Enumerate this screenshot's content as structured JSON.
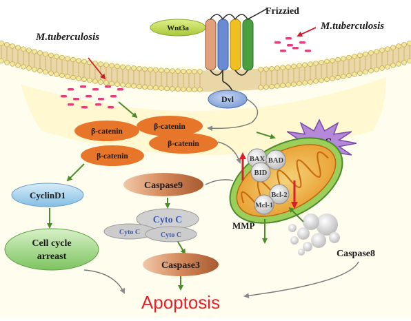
{
  "labels": {
    "wnt3a": "Wnt3a",
    "frizzled": "Frizzied",
    "mtb_left": "M.tuberculosis",
    "mtb_right": "M.tuberculosis",
    "dvl": "Dvl",
    "beta_catenin": "β-catenin",
    "ros": "ROS",
    "bax": "BAX",
    "bad": "BAD",
    "bid": "BID",
    "bcl2": "Bcl-2",
    "mcl1": "Mcl-1",
    "caspase9": "Caspase9",
    "cyto_c_main": "Cyto C",
    "cyto_c_small_1": "Cyto C",
    "cyto_c_small_2": "Cyto C",
    "cyclin_d1": "CyclinD1",
    "cell_cycle_line1": "Cell cycle",
    "cell_cycle_line2": "arreast",
    "caspase3": "Caspase3",
    "mmp": "MMP",
    "caspase8": "Caspase8",
    "apoptosis": "Apoptosis"
  },
  "colors": {
    "membrane": "#e8c27a",
    "cytoplasm": "#fff7cc",
    "bead": "#f2e89a",
    "bacteria": "#e0407a",
    "beta_catenin": "#e8762a",
    "wnt3a": "#c6e05a",
    "dvl": "#8aa8dc",
    "ros": "#b48ad8",
    "caspase": "#c8724a",
    "cyclin": "#8ec4e8",
    "cell_cycle": "#8fd07a",
    "cyto": "#c8c8c8",
    "mito_outer": "#8cc84a",
    "mito_inner": "#e89a2a",
    "arrow_green": "#4a8a2a",
    "arrow_red": "#d8202a",
    "apoptosis_text": "#e8202a",
    "cyto_text": "#3a5ab0"
  }
}
